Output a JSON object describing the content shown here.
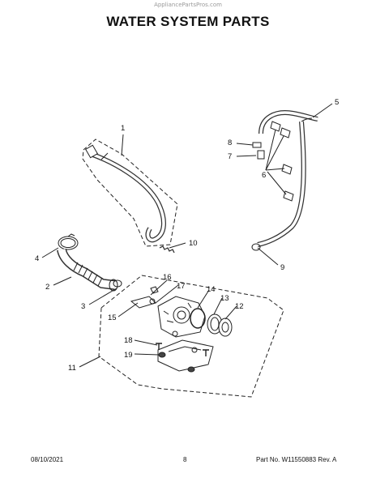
{
  "header": {
    "watermark": "AppliancePartsPros.com",
    "title": "WATER SYSTEM PARTS"
  },
  "callouts": [
    "1",
    "2",
    "3",
    "4",
    "5",
    "6",
    "7",
    "8",
    "9",
    "10",
    "11",
    "12",
    "13",
    "14",
    "15",
    "16",
    "17",
    "18",
    "19"
  ],
  "footer": {
    "date": "08/10/2021",
    "page": "8",
    "part_info": "Part No. W11550883  Rev. A"
  }
}
